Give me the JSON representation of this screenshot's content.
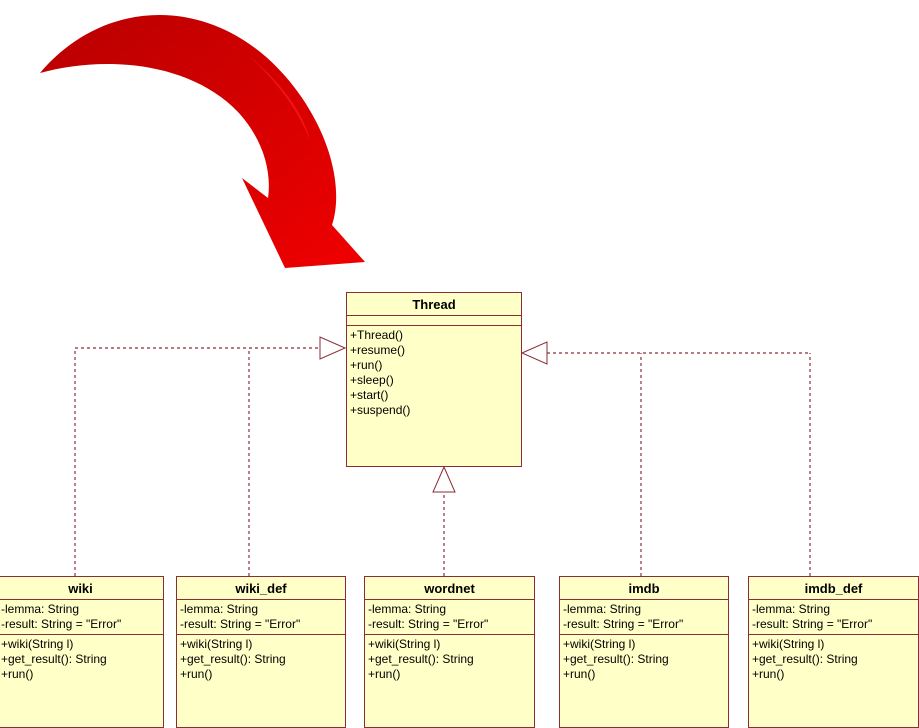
{
  "colors": {
    "class_fill": "#ffffc8",
    "class_border": "#8a2d38",
    "connector": "#8a2d38",
    "arrow_dark": "#b80000",
    "arrow_light": "#e80000"
  },
  "icons": [
    "curved-arrow-icon",
    "triangle-arrowhead-icon"
  ],
  "parent": {
    "name": "Thread",
    "attributes": [],
    "methods": [
      "+Thread()",
      "+resume()",
      "+run()",
      "+sleep()",
      "+start()",
      "+suspend()"
    ]
  },
  "children": [
    {
      "name": "wiki",
      "attributes": [
        "-lemma: String",
        "-result: String = \"Error\""
      ],
      "methods": [
        "+wiki(String l)",
        "+get_result(): String",
        "+run()"
      ]
    },
    {
      "name": "wiki_def",
      "attributes": [
        "-lemma: String",
        "-result: String = \"Error\""
      ],
      "methods": [
        "+wiki(String l)",
        "+get_result(): String",
        "+run()"
      ]
    },
    {
      "name": "wordnet",
      "attributes": [
        "-lemma: String",
        "-result: String = \"Error\""
      ],
      "methods": [
        "+wiki(String l)",
        "+get_result(): String",
        "+run()"
      ]
    },
    {
      "name": "imdb",
      "attributes": [
        "-lemma: String",
        "-result: String = \"Error\""
      ],
      "methods": [
        "+wiki(String l)",
        "+get_result(): String",
        "+run()"
      ]
    },
    {
      "name": "imdb_def",
      "attributes": [
        "-lemma: String",
        "-result: String = \"Error\""
      ],
      "methods": [
        "+wiki(String l)",
        "+get_result(): String",
        "+run()"
      ]
    }
  ]
}
